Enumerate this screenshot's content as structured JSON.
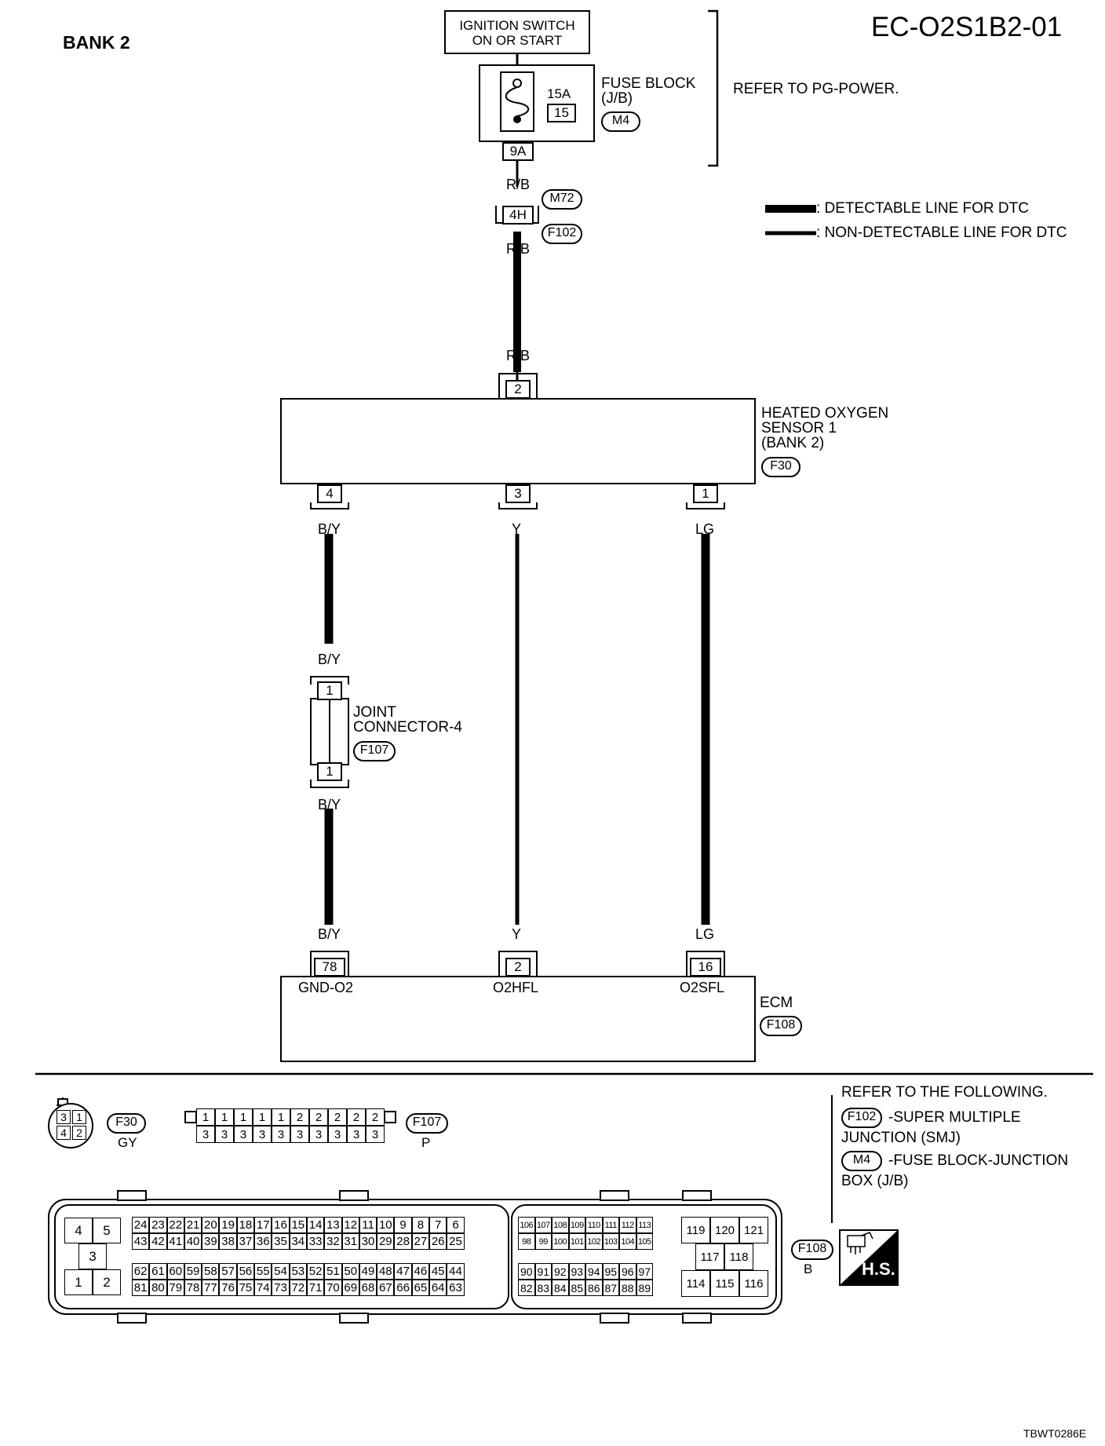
{
  "header": {
    "bank": "BANK 2",
    "diagram_id": "EC-O2S1B2-01"
  },
  "power": {
    "ignition": [
      "IGNITION SWITCH",
      "ON OR START"
    ],
    "fuse_amp": "15A",
    "fuse_num": "15",
    "fuse_block": [
      "FUSE BLOCK",
      "(J/B)"
    ],
    "fuse_conn": "M4",
    "fuse_pin": "9A",
    "refer": "REFER TO PG-POWER."
  },
  "legend": {
    "detectable": ": DETECTABLE LINE FOR DTC",
    "non_detectable": ": NON-DETECTABLE LINE FOR DTC"
  },
  "wires": {
    "rb_top": "R/B",
    "m72": "M72",
    "pin_4h": "4H",
    "f102": "F102",
    "rb_mid": "R/B",
    "rb_low": "R/B",
    "by1": "B/Y",
    "y1": "Y",
    "lg1": "LG",
    "by2": "B/Y",
    "by3": "B/Y",
    "by4": "B/Y",
    "y2": "Y",
    "lg2": "LG"
  },
  "sensor": {
    "name": [
      "HEATED OXYGEN",
      "SENSOR 1",
      "(BANK 2)"
    ],
    "conn": "F30",
    "pin_top": "2",
    "pins": [
      "4",
      "3",
      "1"
    ]
  },
  "joint": {
    "name": [
      "JOINT",
      "CONNECTOR-4"
    ],
    "conn": "F107",
    "pin_top": "1",
    "pin_bottom": "1"
  },
  "ecm": {
    "name": "ECM",
    "conn": "F108",
    "pins": [
      "78",
      "2",
      "16"
    ],
    "terminals": [
      "GND-O2",
      "O2HFL",
      "O2SFL"
    ]
  },
  "connectors": {
    "f30": {
      "code": "F30",
      "color": "GY",
      "pins": [
        "3",
        "1",
        "4",
        "2"
      ]
    },
    "f107": {
      "code": "F107",
      "color": "P",
      "row1": [
        "1",
        "1",
        "1",
        "1",
        "1",
        "2",
        "2",
        "2",
        "2",
        "2"
      ],
      "row2": [
        "3",
        "3",
        "3",
        "3",
        "3",
        "3",
        "3",
        "3",
        "3",
        "3"
      ]
    },
    "f108": {
      "code": "F108",
      "color": "B"
    }
  },
  "refer_following": {
    "title": "REFER TO THE FOLLOWING.",
    "items": [
      {
        "code": "F102",
        "text": [
          "-SUPER MULTIPLE",
          "JUNCTION (SMJ)"
        ]
      },
      {
        "code": "M4",
        "text": [
          "-FUSE BLOCK-JUNCTION",
          "BOX (J/B)"
        ]
      }
    ]
  },
  "ecm_connector": {
    "left_block": [
      "4",
      "5",
      "3",
      "1",
      "2"
    ],
    "row_a": [
      "24",
      "23",
      "22",
      "21",
      "20",
      "19",
      "18",
      "17",
      "16",
      "15",
      "14",
      "13",
      "12",
      "11",
      "10",
      "9",
      "8",
      "7",
      "6"
    ],
    "row_b": [
      "43",
      "42",
      "41",
      "40",
      "39",
      "38",
      "37",
      "36",
      "35",
      "34",
      "33",
      "32",
      "31",
      "30",
      "29",
      "28",
      "27",
      "26",
      "25"
    ],
    "row_c": [
      "62",
      "61",
      "60",
      "59",
      "58",
      "57",
      "56",
      "55",
      "54",
      "53",
      "52",
      "51",
      "50",
      "49",
      "48",
      "47",
      "46",
      "45",
      "44"
    ],
    "row_d": [
      "81",
      "80",
      "79",
      "78",
      "77",
      "76",
      "75",
      "74",
      "73",
      "72",
      "71",
      "70",
      "69",
      "68",
      "67",
      "66",
      "65",
      "64",
      "63"
    ],
    "row_e": [
      "106",
      "107",
      "108",
      "109",
      "110",
      "111",
      "112",
      "113"
    ],
    "row_f": [
      "98",
      "99",
      "100",
      "101",
      "102",
      "103",
      "104",
      "105"
    ],
    "row_g": [
      "90",
      "91",
      "92",
      "93",
      "94",
      "95",
      "96",
      "97"
    ],
    "row_h": [
      "82",
      "83",
      "84",
      "85",
      "86",
      "87",
      "88",
      "89"
    ],
    "right_top": [
      "119",
      "120",
      "121"
    ],
    "right_mid": [
      "117",
      "118"
    ],
    "right_bot": [
      "114",
      "115",
      "116"
    ]
  },
  "hs_badge": "H.S.",
  "footer_code": "TBWT0286E"
}
